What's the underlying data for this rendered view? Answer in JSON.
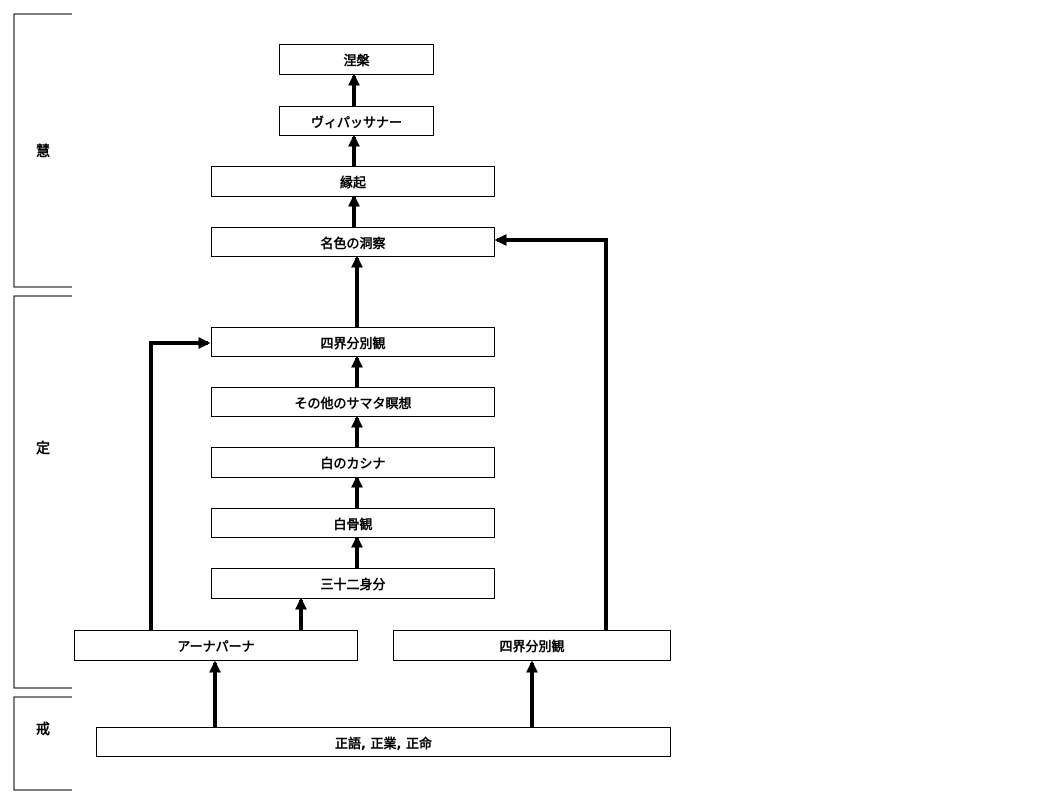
{
  "sections": {
    "wisdom": "慧",
    "concentration": "定",
    "morality": "戒"
  },
  "nodes": {
    "nibbana": "涅槃",
    "vipassana": "ヴィパッサナー",
    "dependent_origination": "縁起",
    "mind_matter_insight": "名色の洞察",
    "four_elements_top": "四界分別観",
    "other_samatha": "その他のサマタ瞑想",
    "white_kasina": "白のカシナ",
    "skeleton": "白骨観",
    "thirty_two_parts": "三十二身分",
    "anapana": "アーナパーナ",
    "four_elements_bottom": "四界分別観",
    "right_speech_action_livelihood": "正語, 正業, 正命"
  }
}
